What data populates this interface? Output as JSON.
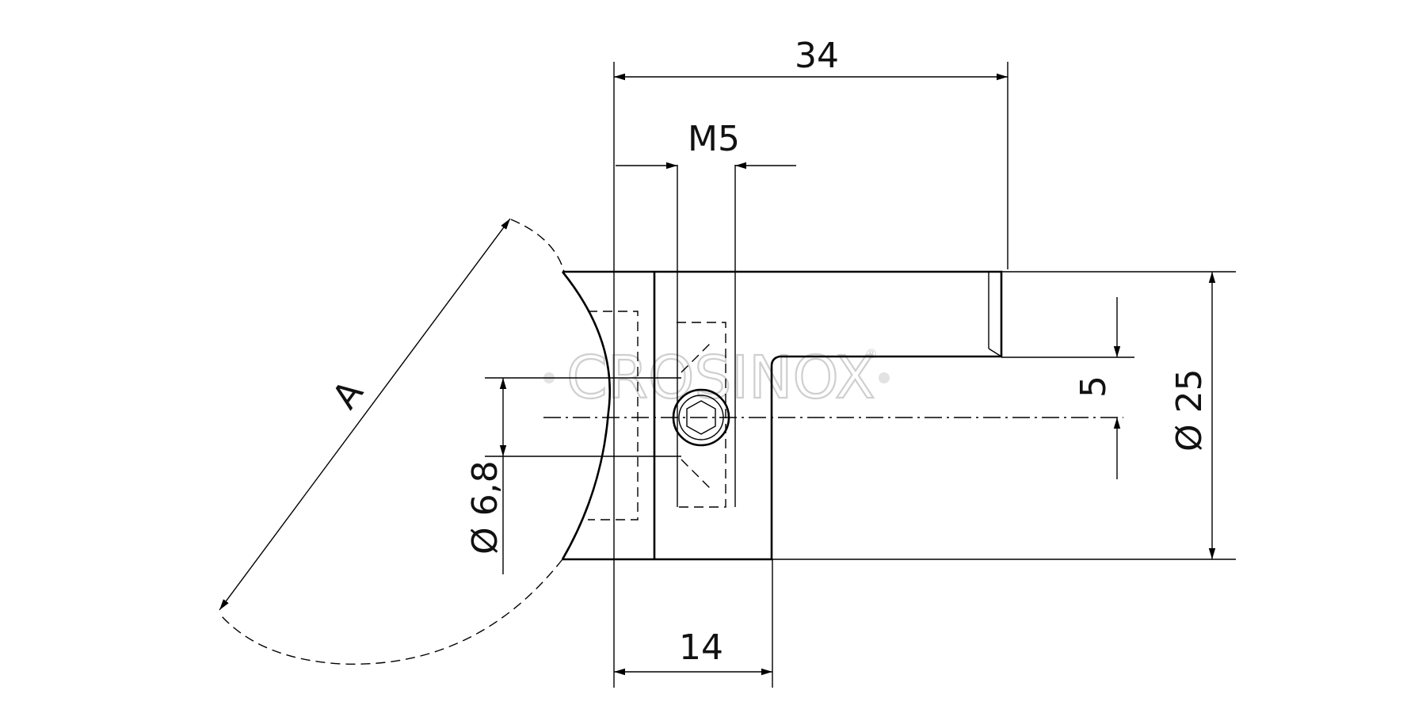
{
  "drawing": {
    "dimensions": {
      "overall_length": "34",
      "thread": "M5",
      "bore_offset": "5",
      "outer_diameter": "Ø 25",
      "bore_diameter": "Ø 6,8",
      "clamp_width": "14",
      "radius_label": "A"
    },
    "watermark": "CROSINOX",
    "watermark_mark": "®"
  }
}
